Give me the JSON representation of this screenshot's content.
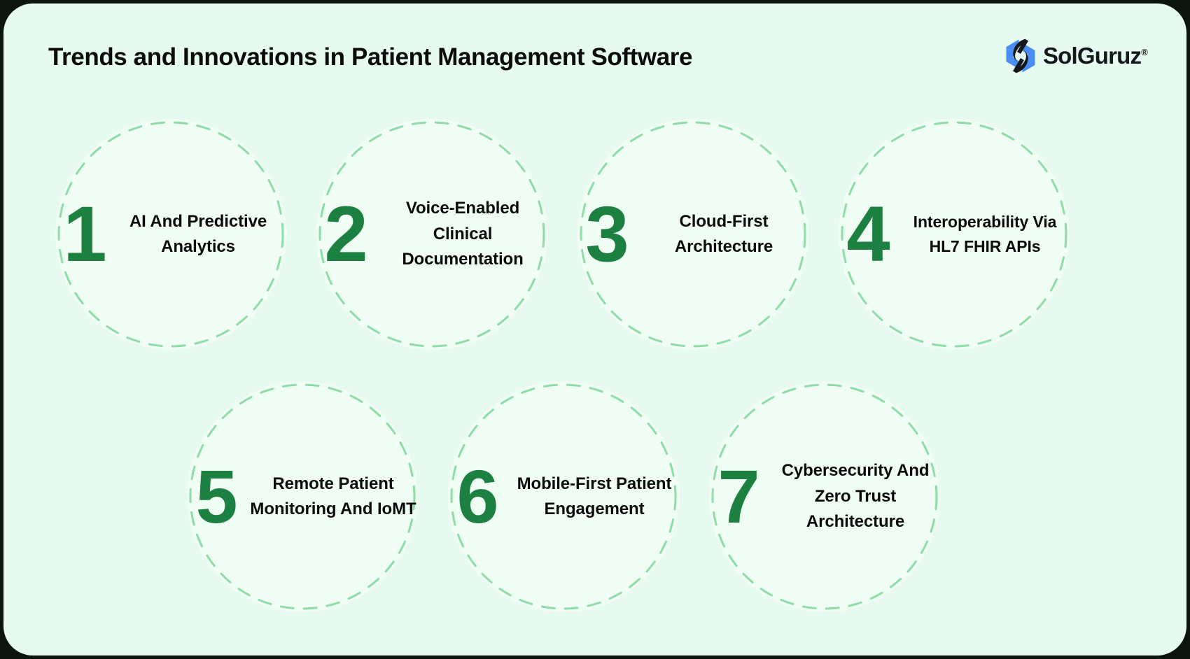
{
  "header": {
    "title": "Trends and Innovations in Patient Management Software",
    "logo": {
      "name": "SolGuruz",
      "registered_mark": "®",
      "mark_color_primary": "#4A8EF4",
      "mark_color_secondary": "#14171c"
    }
  },
  "theme": {
    "frame_color": "#0c1410",
    "card_background": "#e7faef",
    "circle_fill": "#effdf4",
    "circle_dash_stroke": "#8edca8",
    "number_color": "#1c8040",
    "label_color": "#0b0b0b",
    "title_color": "#0c0c0c"
  },
  "items": [
    {
      "number": "1",
      "label": "AI And Predictive Analytics"
    },
    {
      "number": "2",
      "label": "Voice-Enabled Clinical Documentation"
    },
    {
      "number": "3",
      "label": "Cloud-First Architecture"
    },
    {
      "number": "4",
      "label": "Interoperability Via HL7 FHIR APIs"
    },
    {
      "number": "5",
      "label": "Remote Patient Monitoring And IoMT"
    },
    {
      "number": "6",
      "label": "Mobile-First Patient Engagement"
    },
    {
      "number": "7",
      "label": "Cybersecurity And Zero Trust Architecture"
    }
  ]
}
